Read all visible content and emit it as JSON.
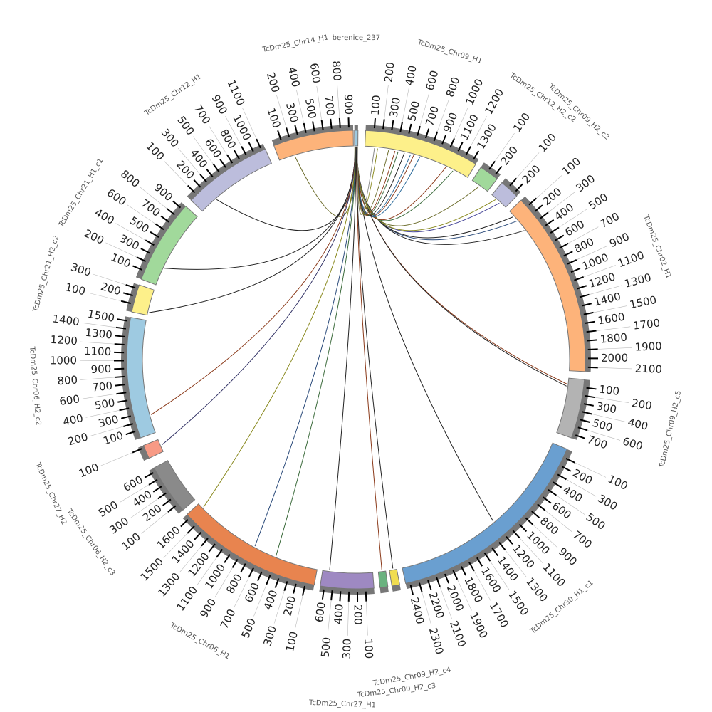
{
  "title": "berenice_237",
  "segments": [
    {
      "name": "berenice_237",
      "length": 237,
      "color": "#9ecae1",
      "ticks": false
    },
    {
      "name": "TcDm25_Chr09_H1",
      "length": 1350,
      "color": "#fdf08a",
      "ticks": true
    },
    {
      "name": "TcDm25_Chr12_H2_c2",
      "length": 250,
      "color": "#a1d99b",
      "ticks": true
    },
    {
      "name": "TcDm25_Chr09_H2_c2",
      "length": 250,
      "color": "#bcbddc",
      "ticks": true
    },
    {
      "name": "TcDm25_Chr02_H1",
      "length": 2150,
      "color": "#fdb37a",
      "ticks": true
    },
    {
      "name": "TcDm25_Chr09_H2_c5",
      "length": 750,
      "color": "#b3b3b3",
      "ticks": true
    },
    {
      "name": "TcDm25_Chr30_H1_c1",
      "length": 2450,
      "color": "#6a9fd0",
      "ticks": true
    },
    {
      "name": "TcDm25_Chr09_H2_c4",
      "length": 60,
      "color": "#f0dd50",
      "ticks": false
    },
    {
      "name": "TcDm25_Chr09_H2_c3",
      "length": 60,
      "color": "#6ab27f",
      "ticks": false
    },
    {
      "name": "TcDm25_Chr27_H1",
      "length": 650,
      "color": "#9e89c2",
      "ticks": true
    },
    {
      "name": "TcDm25_Chr06_H1",
      "length": 1650,
      "color": "#e8844f",
      "ticks": true
    },
    {
      "name": "TcDm25_Chr06_H2_c3",
      "length": 650,
      "color": "#8a8a8a",
      "ticks": true
    },
    {
      "name": "TcDm25_Chr27_H2",
      "length": 120,
      "color": "#f79a85",
      "ticks": true
    },
    {
      "name": "TcDm25_Chr06_H2_c2",
      "length": 1550,
      "color": "#9ecae1",
      "ticks": true
    },
    {
      "name": "TcDm25_Chr21_H2_c2",
      "length": 350,
      "color": "#fdf08a",
      "ticks": true
    },
    {
      "name": "TcDm25_Chr21_H1_c1",
      "length": 950,
      "color": "#a1d99b",
      "ticks": true
    },
    {
      "name": "TcDm25_Chr12_H1",
      "length": 1150,
      "color": "#bcbddc",
      "ticks": true
    },
    {
      "name": "TcDm25_Chr14_H1",
      "length": 950,
      "color": "#fdb37a",
      "ticks": true
    }
  ],
  "links": [
    {
      "from": 20,
      "to_seg": 17,
      "to": 200,
      "color": "#6b6b2a"
    },
    {
      "from": 30,
      "to_seg": 16,
      "to": 250,
      "color": "#222222"
    },
    {
      "from": 40,
      "to_seg": 15,
      "to": 220,
      "color": "#222222"
    },
    {
      "from": 50,
      "to_seg": 14,
      "to": 40,
      "color": "#222222"
    },
    {
      "from": 60,
      "to_seg": 13,
      "to": 250,
      "color": "#8b3a1a"
    },
    {
      "from": 70,
      "to_seg": 12,
      "to": 60,
      "color": "#333366"
    },
    {
      "from": 80,
      "to_seg": 10,
      "to": 1580,
      "color": "#8a8a20"
    },
    {
      "from": 90,
      "to_seg": 10,
      "to": 800,
      "color": "#2a4a7a"
    },
    {
      "from": 100,
      "to_seg": 10,
      "to": 520,
      "color": "#3a6a3a"
    },
    {
      "from": 110,
      "to_seg": 9,
      "to": 560,
      "color": "#222222"
    },
    {
      "from": 120,
      "to_seg": 8,
      "to": 30,
      "color": "#8b3a1a"
    },
    {
      "from": 130,
      "to_seg": 7,
      "to": 30,
      "color": "#222222"
    },
    {
      "from": 140,
      "to_seg": 6,
      "to": 1200,
      "color": "#222222"
    },
    {
      "from": 150,
      "to_seg": 5,
      "to": 80,
      "color": "#8b3a1a"
    },
    {
      "from": 155,
      "to_seg": 5,
      "to": 110,
      "color": "#222222"
    },
    {
      "from": 160,
      "to_seg": 4,
      "to": 300,
      "color": "#222222"
    },
    {
      "from": 165,
      "to_seg": 4,
      "to": 150,
      "color": "#2a4a7a"
    },
    {
      "from": 170,
      "to_seg": 4,
      "to": 80,
      "color": "#222222"
    },
    {
      "from": 175,
      "to_seg": 3,
      "to": 150,
      "color": "#4a4a9a"
    },
    {
      "from": 178,
      "to_seg": 3,
      "to": 80,
      "color": "#8a8a20"
    },
    {
      "from": 182,
      "to_seg": 2,
      "to": 120,
      "color": "#6b6b2a"
    },
    {
      "from": 185,
      "to_seg": 1,
      "to": 1150,
      "color": "#3a6a3a"
    },
    {
      "from": 188,
      "to_seg": 1,
      "to": 1050,
      "color": "#8b3a1a"
    },
    {
      "from": 192,
      "to_seg": 1,
      "to": 700,
      "color": "#2a6a9a"
    },
    {
      "from": 195,
      "to_seg": 1,
      "to": 620,
      "color": "#8b3a1a"
    },
    {
      "from": 198,
      "to_seg": 1,
      "to": 580,
      "color": "#2a6a9a"
    },
    {
      "from": 202,
      "to_seg": 1,
      "to": 500,
      "color": "#222222"
    },
    {
      "from": 205,
      "to_seg": 1,
      "to": 420,
      "color": "#3a6a3a"
    },
    {
      "from": 208,
      "to_seg": 1,
      "to": 380,
      "color": "#8b3a1a"
    },
    {
      "from": 212,
      "to_seg": 1,
      "to": 300,
      "color": "#6b6b2a"
    },
    {
      "from": 215,
      "to_seg": 1,
      "to": 160,
      "color": "#8a8a20"
    },
    {
      "from": 218,
      "to_seg": 1,
      "to": 120,
      "color": "#888888"
    }
  ]
}
